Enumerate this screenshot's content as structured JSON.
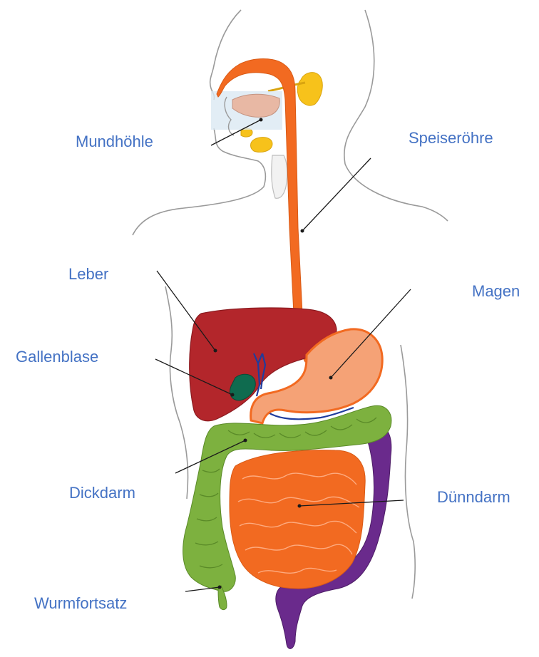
{
  "colors": {
    "label_text": "#4472c4",
    "outline": "#9a9a9a",
    "esophagus": "#f26a21",
    "liver": "#b3262b",
    "gallbladder": "#0f6b4f",
    "stomach": "#f5a276",
    "stomach_border": "#f26a21",
    "large_intestine": "#7db13f",
    "small_intestine": "#f26a21",
    "rectum": "#6a2a8c",
    "glands": "#f7c21b",
    "vessels": "#1f3c9e",
    "leader_line": "#1a1a1a"
  },
  "labels": {
    "mundhoehle": "Mundhöhle",
    "speiseroehre": "Speiseröhre",
    "leber": "Leber",
    "magen": "Magen",
    "gallenblase": "Gallenblase",
    "dickdarm": "Dickdarm",
    "duenndarm": "Dünndarm",
    "wurmfortsatz": "Wurmfortsatz"
  }
}
